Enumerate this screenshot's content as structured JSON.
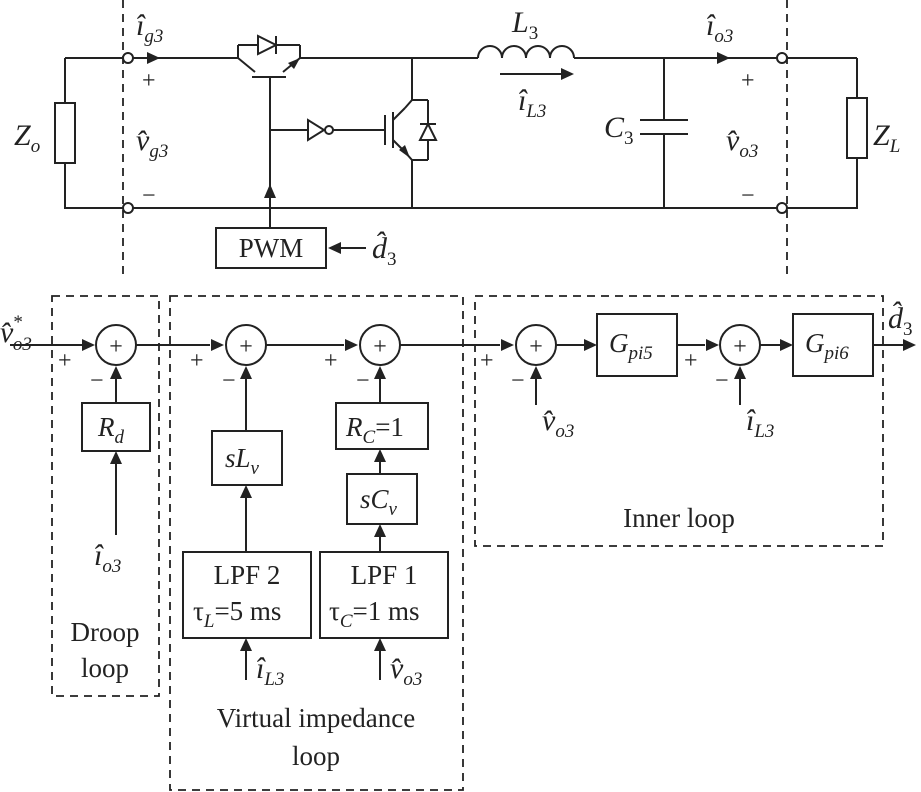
{
  "circuit": {
    "zo_label": "Z",
    "zo_sub": "o",
    "zl_label": "Z",
    "zl_sub": "L",
    "ig3_label": "î",
    "ig3_sub": "g3",
    "vg3_label": "v̂",
    "vg3_sub": "g3",
    "l3_label": "L",
    "l3_sub": "3",
    "il3_label": "î",
    "il3_sub": "L3",
    "c3_label": "C",
    "c3_sub": "3",
    "io3_label": "î",
    "io3_sub": "o3",
    "vo3_label": "v̂",
    "vo3_sub": "o3",
    "pwm_label": "PWM",
    "d3_label": "d̂",
    "d3_sub": "3",
    "plus": "+",
    "minus": "−"
  },
  "control": {
    "vref_label": "v̂",
    "vref_sub": "o3",
    "vref_sup": "*",
    "sum_glyph": "+",
    "plus": "+",
    "minus": "−",
    "rd_label": "R",
    "rd_sub": "d",
    "io3_label": "î",
    "io3_sub": "o3",
    "slv_label": "sL",
    "slv_sub": "v",
    "rc_label": "R",
    "rc_sub": "C",
    "rc_eq": "=1",
    "scv_label": "sC",
    "scv_sub": "v",
    "lpf2_line1": "LPF 2",
    "lpf2_tau": "τ",
    "lpf2_tau_sub": "L",
    "lpf2_val": "=5 ms",
    "lpf1_line1": "LPF 1",
    "lpf1_tau": "τ",
    "lpf1_tau_sub": "C",
    "lpf1_val": "=1 ms",
    "il3_in_label": "î",
    "il3_in_sub": "L3",
    "vo3_in_label": "v̂",
    "vo3_in_sub": "o3",
    "gpi5_label": "G",
    "gpi5_sub": "pi5",
    "gpi6_label": "G",
    "gpi6_sub": "pi6",
    "vo3_fb_label": "v̂",
    "vo3_fb_sub": "o3",
    "il3_fb_label": "î",
    "il3_fb_sub": "L3",
    "d3_out_label": "d̂",
    "d3_out_sub": "3",
    "droop_line1": "Droop",
    "droop_line2": "loop",
    "virtual_line1": "Virtual impedance",
    "virtual_line2": "loop",
    "inner_label": "Inner loop"
  }
}
